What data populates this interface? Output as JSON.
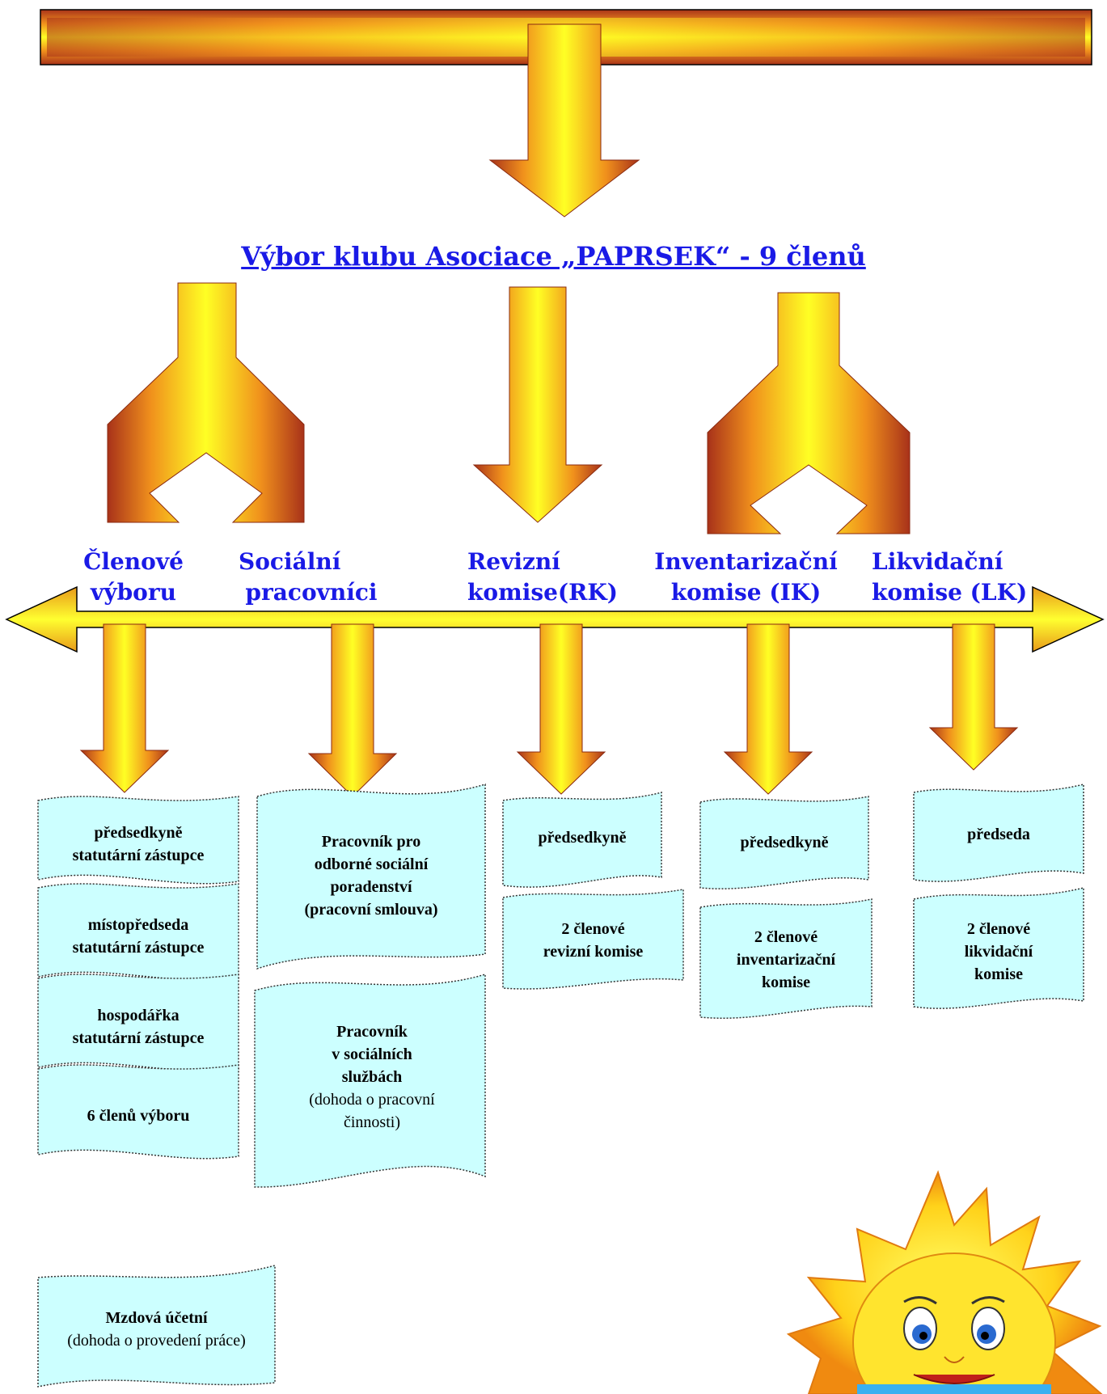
{
  "title": "Výbor klubu Asociace „PAPRSEK“ - 9 členů",
  "categories": [
    {
      "line1": "Členové",
      "line2": "výboru"
    },
    {
      "line1": "Sociální",
      "line2": "pracovníci"
    },
    {
      "line1": "Revizní",
      "line2": "komise(RK)"
    },
    {
      "line1": "Inventarizační",
      "line2": "komise (IK)"
    },
    {
      "line1": "Likvidační",
      "line2": "komise (LK)"
    }
  ],
  "boxes": {
    "clenove": [
      {
        "b1": "předsedkyně",
        "b2": "statutární zástupce"
      },
      {
        "b1": "místopředseda",
        "b2": "statutární zástupce"
      },
      {
        "b1": "hospodářka",
        "b2": "statutární zástupce"
      },
      {
        "b1": "6 členů výboru"
      }
    ],
    "socialni": [
      {
        "b1": "Pracovník pro",
        "b2": "odborné sociální",
        "b3": "poradenství",
        "b4": "(pracovní smlouva)"
      },
      {
        "b1": "Pracovník",
        "b2": "v sociálních",
        "b3": "službách",
        "n1": "(dohoda o pracovní",
        "n2": "činnosti)"
      }
    ],
    "revizni": [
      {
        "b1": "předsedkyně"
      },
      {
        "b1": "2 členové",
        "b2": "revizní komise"
      }
    ],
    "inventarizacni": [
      {
        "b1": "předsedkyně"
      },
      {
        "b1": "2 členové",
        "b2": "inventarizační",
        "b3": "komise"
      }
    ],
    "likvidacni": [
      {
        "b1": "předseda"
      },
      {
        "b1": "2 členové",
        "b2": "likvidační",
        "b3": "komise"
      }
    ],
    "mzdova": {
      "b1": "Mzdová účetní",
      "n1": "(dohoda o provedení práce)"
    }
  },
  "colors": {
    "title": "#1a1ae6",
    "box_fill": "#ccffff",
    "arrow_dark": "#9a2a14",
    "arrow_mid": "#f08a18",
    "arrow_light": "#ffff20"
  }
}
